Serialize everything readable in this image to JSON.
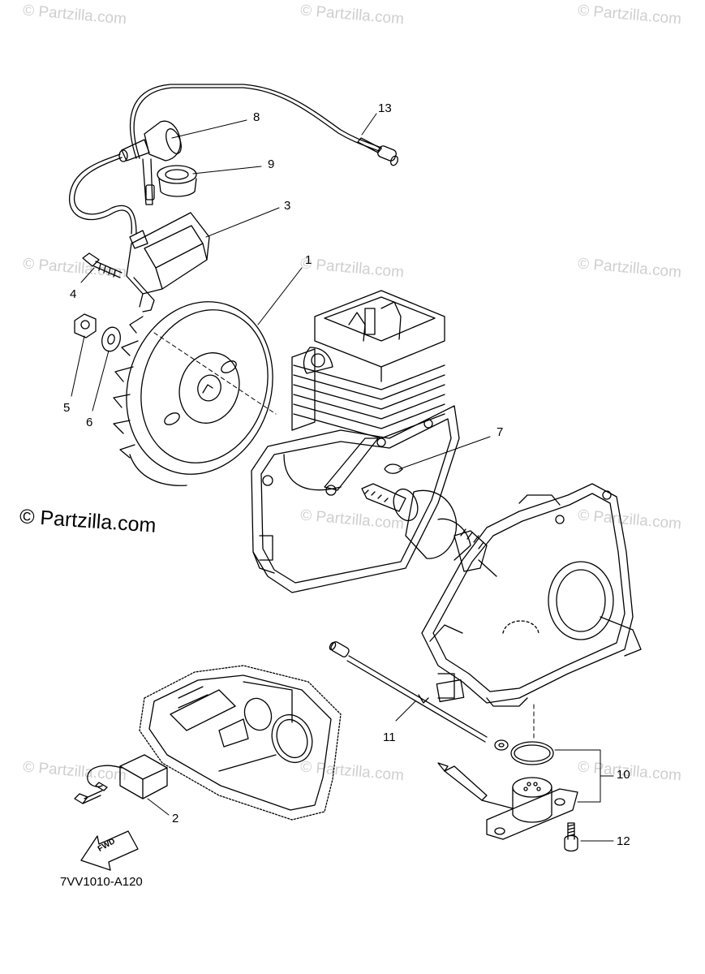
{
  "watermark": {
    "text": "© Partzilla.com"
  },
  "brand_watermark": {
    "text": "© Partzilla.com"
  },
  "diagram_code": "7VV1010-A120",
  "fwd_label": "FWD",
  "callouts": {
    "c1": "1",
    "c2": "2",
    "c3": "3",
    "c4": "4",
    "c5": "5",
    "c6": "6",
    "c7": "7",
    "c8": "8",
    "c9": "9",
    "c10": "10",
    "c11": "11",
    "c12": "12",
    "c13": "13"
  },
  "colors": {
    "line": "#000000",
    "watermark": "#cfcfcf"
  }
}
